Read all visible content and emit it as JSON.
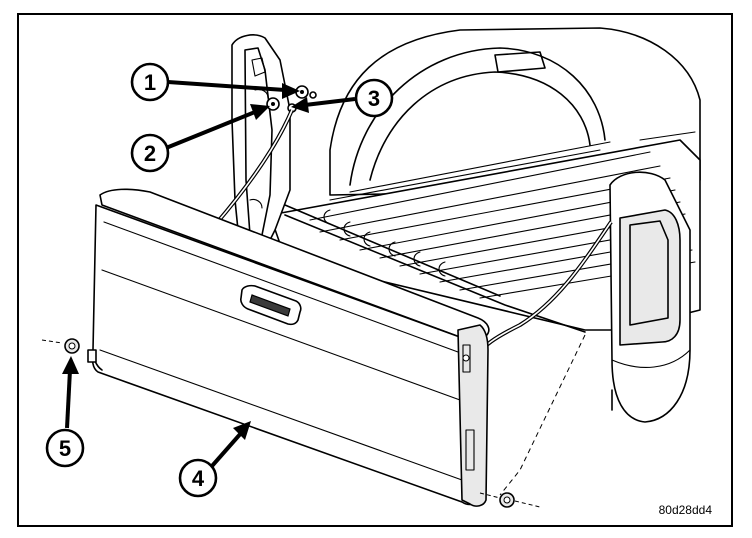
{
  "figure": {
    "callouts": [
      {
        "number": "1"
      },
      {
        "number": "2"
      },
      {
        "number": "3"
      },
      {
        "number": "4"
      },
      {
        "number": "5"
      }
    ],
    "figure_code": "80d28dd4"
  }
}
